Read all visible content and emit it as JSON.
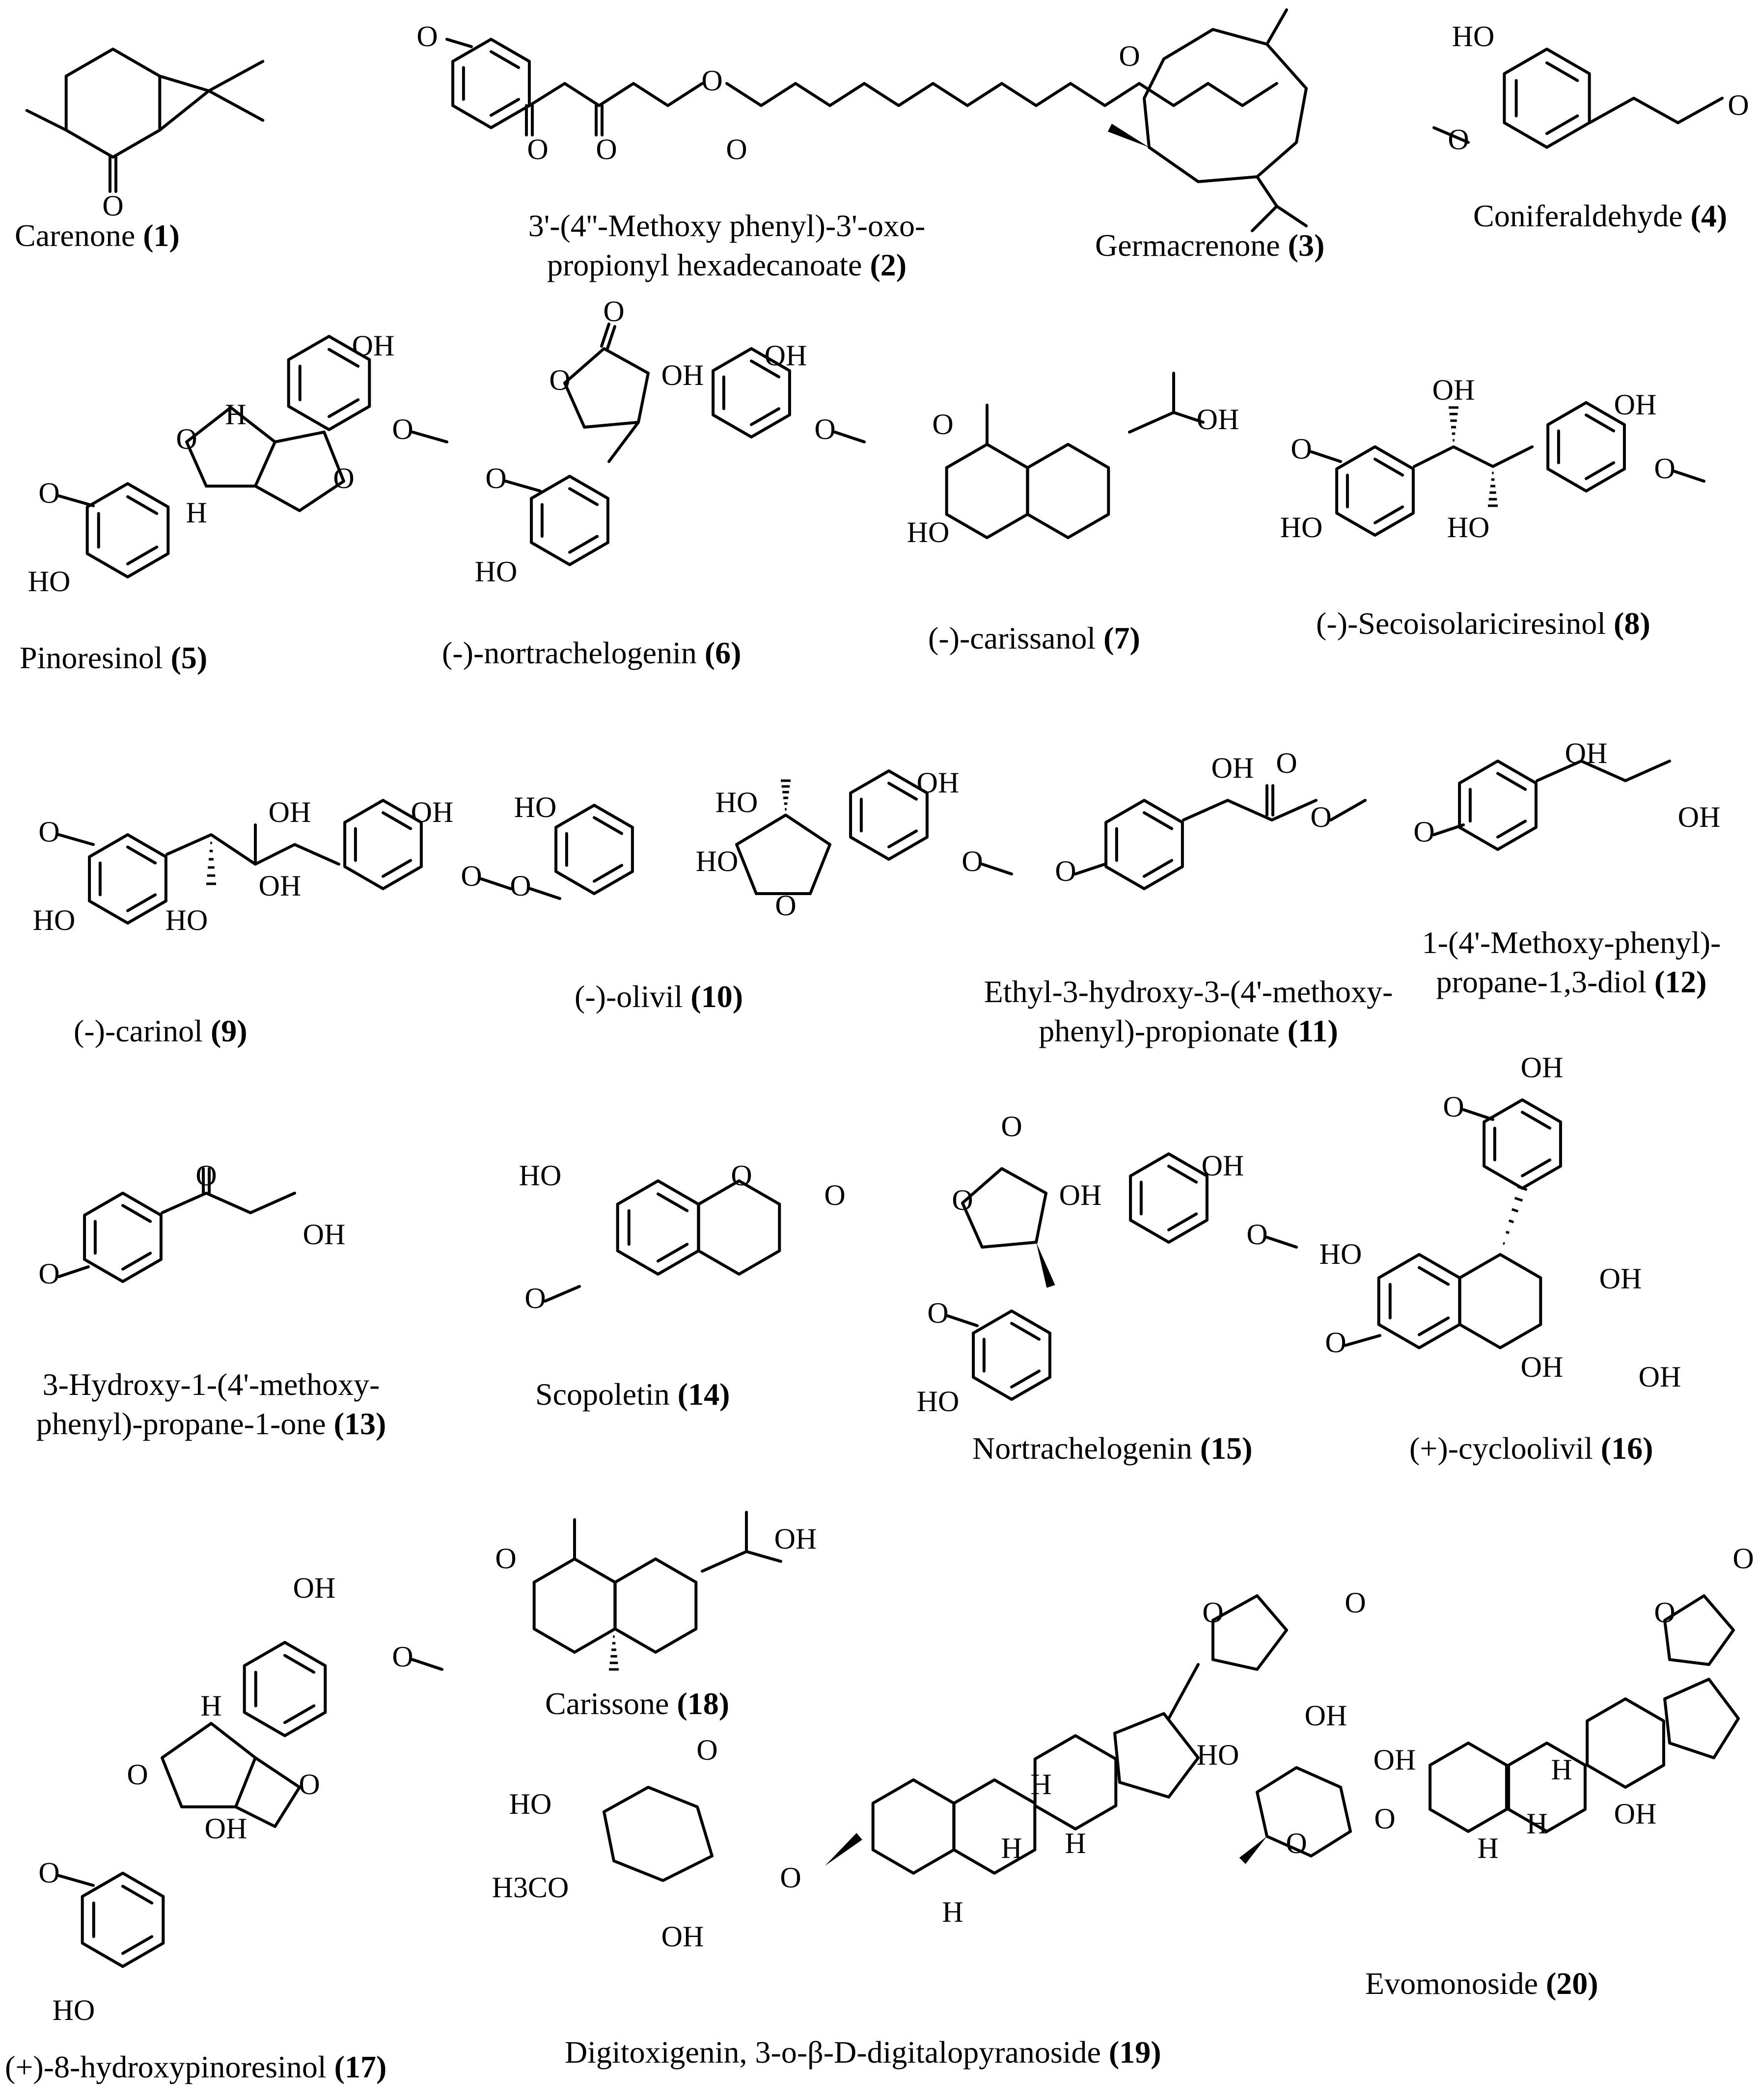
{
  "compounds": [
    {
      "name": "Carenone",
      "num": "(1)"
    },
    {
      "name_l1": "3'-(4''-Methoxy phenyl)-3'-oxo-",
      "name_l2": "propionyl hexadecanoate",
      "num": "(2)"
    },
    {
      "name": "Germacrenone",
      "num": "(3)"
    },
    {
      "name": "Coniferaldehyde",
      "num": "(4)"
    },
    {
      "name": "Pinoresinol",
      "num": "(5)"
    },
    {
      "name": "(-)-nortrachelogenin",
      "num": "(6)"
    },
    {
      "name": "(-)-carissanol",
      "num": "(7)"
    },
    {
      "name": "(-)-Secoisolariciresinol",
      "num": "(8)"
    },
    {
      "name": "(-)-carinol",
      "num": "(9)"
    },
    {
      "name": "(-)-olivil",
      "num": "(10)"
    },
    {
      "name_l1": "Ethyl-3-hydroxy-3-(4'-methoxy-",
      "name_l2": "phenyl)-propionate",
      "num": "(11)"
    },
    {
      "name_l1": "1-(4'-Methoxy-phenyl)-",
      "name_l2": "propane-1,3-diol",
      "num": "(12)"
    },
    {
      "name_l1": "3-Hydroxy-1-(4'-methoxy-",
      "name_l2": "phenyl)-propane-1-one",
      "num": "(13)"
    },
    {
      "name": "Scopoletin",
      "num": "(14)"
    },
    {
      "name": "Nortrachelogenin",
      "num": "(15)"
    },
    {
      "name": "(+)-cycloolivil",
      "num": "(16)"
    },
    {
      "name": "(+)-8-hydroxypinoresinol",
      "num": "(17)"
    },
    {
      "name": "Carissone",
      "num": "(18)"
    },
    {
      "name": "Digitoxigenin, 3-o-β-D-digitalopyranoside",
      "num": "(19)"
    },
    {
      "name": "Evomonoside",
      "num": "(20)"
    }
  ],
  "atom_labels": {
    "O": "O",
    "OH": "OH",
    "HO": "HO",
    "H": "H",
    "H3CO": "H3CO"
  }
}
